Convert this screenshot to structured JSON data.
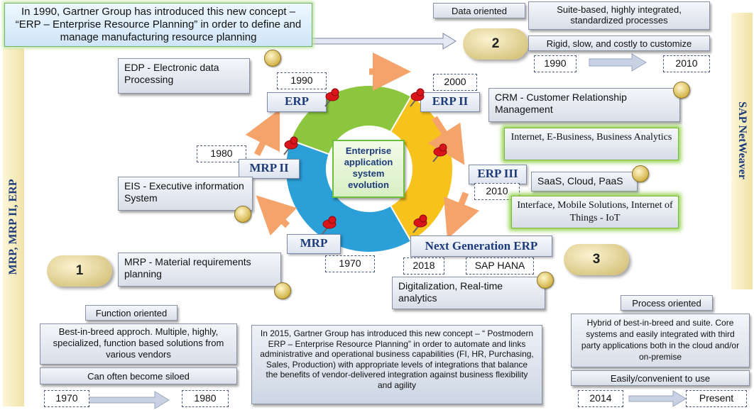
{
  "side_labels": {
    "left": "MRP, MRP II, ERP",
    "right": "SAP NetWeaver"
  },
  "center_title": "Enterprise application system evolution",
  "top_intro": "In 1990, Gartner Group has introduced this new concept – “ERP – Enterprise Resource Planning” in order to define and manage manufacturing resource planning",
  "bottom_intro": "In 2015, Gartner Group has introduced this new concept – “ Postmodern ERP – Enterprise Resource Planning” in order to automate and links administrative and operational business capabilities (FI, HR, Purchasing, Sales, Production) with appropriate levels of integrations that balance the benefits of vendor-delivered integration against business flexibility and agility",
  "phases": {
    "p1": {
      "number": "1",
      "orientation": "Function oriented",
      "description": "Best-in-breed approch. Multiple, highly, specialized, function based solutions from various vendors",
      "drawback": "Can often become siloed",
      "year_start": "1970",
      "year_end": "1980"
    },
    "p2": {
      "number": "2",
      "orientation": "Data oriented",
      "description": "Suite-based, highly integrated, standardized processes",
      "drawback": "Rigid, slow, and costly to customize",
      "year_start": "1990",
      "year_end": "2010"
    },
    "p3": {
      "number": "3",
      "orientation": "Process oriented",
      "description": "Hybrid of best-in-breed and suite. Core systems and easily integrated with third party applications both in the cloud and/or on-premise",
      "drawback": "Easily/convenient to use",
      "year_start": "2014",
      "year_end": "Present"
    }
  },
  "stages": {
    "mrp": {
      "label": "MRP",
      "year": "1970",
      "desc": "MRP - Material requirements planning"
    },
    "mrp2": {
      "label": "MRP II",
      "year": "1980",
      "desc": "EIS - Executive information System"
    },
    "erp": {
      "label": "ERP",
      "year": "1990",
      "desc": "EDP - Electronic data Processing"
    },
    "erp2": {
      "label": "ERP II",
      "year": "2000",
      "desc": "CRM - Customer Relationship Management",
      "extra": "Internet, E-Business, Business Analytics"
    },
    "erp3": {
      "label": "ERP III",
      "year": "2010",
      "desc": "SaaS, Cloud, PaaS",
      "extra": "Interface, Mobile Solutions, Internet of Things - IoT"
    },
    "nextgen": {
      "label": "Next Generation ERP",
      "year": "2018",
      "product": "SAP HANA",
      "desc": "Digitalization, Real-time analytics"
    }
  },
  "colors": {
    "ring_green": "#8cc63f",
    "ring_blue": "#2a9fd8",
    "ring_yellow": "#f7c21c",
    "arrow_orange": "#f4a36b",
    "title_blue": "#1d3b7a",
    "glow_green": "#8fd14a"
  }
}
